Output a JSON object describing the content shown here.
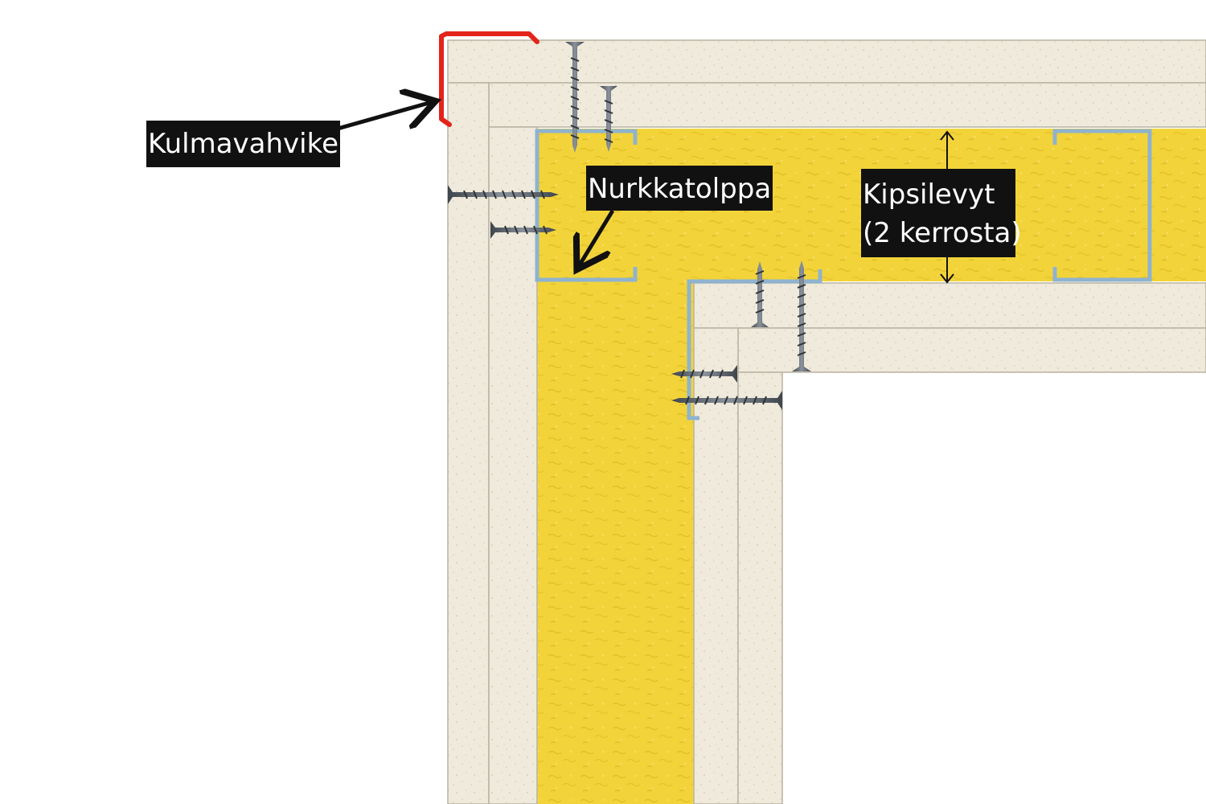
{
  "labels": {
    "corner_bead": "Kulmavahvike",
    "corner_stud": "Nurkkatolppa",
    "gypsum_boards_line1": "Kipsilevyt",
    "gypsum_boards_line2": "(2 kerrosta)"
  },
  "colors": {
    "gypsum_board": "#efeadb",
    "board_edge": "#b9b3a2",
    "insulation": "#f2d43a",
    "insulation_dark": "#e0b820",
    "steel_profile": "#8fb3cf",
    "corner_bead": "#e3241b",
    "screw": "#5f6770",
    "label_background": "#111111",
    "label_text": "#ffffff"
  },
  "icons": {
    "screw": "screw-icon",
    "arrow": "arrow-icon"
  }
}
